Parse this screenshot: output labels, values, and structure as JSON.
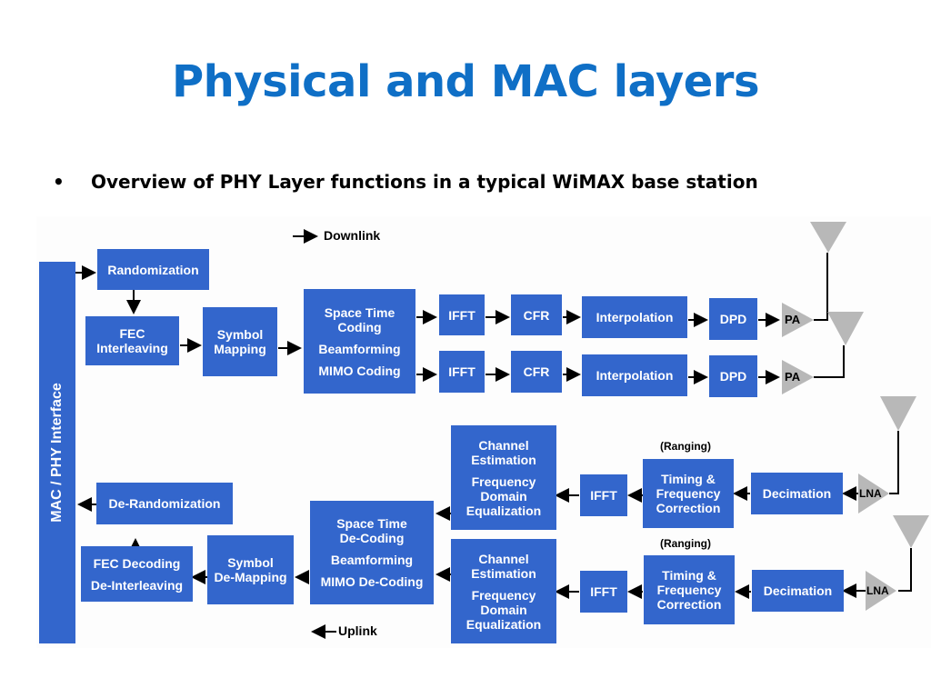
{
  "slide": {
    "title": "Physical and MAC layers",
    "bullet": "•",
    "bullet_text": "Overview of PHY Layer functions in a typical WiMAX base station"
  },
  "diagram": {
    "interface_label": "MAC / PHY Interface",
    "legend": {
      "downlink": "Downlink",
      "uplink": "Uplink"
    },
    "downlink": {
      "randomization": "Randomization",
      "fec": [
        "FEC",
        "Interleaving"
      ],
      "symbol_mapping": [
        "Symbol",
        "Mapping"
      ],
      "stc": {
        "line1": "Space Time",
        "line2": "Coding",
        "line3": "Beamforming",
        "line4": "MIMO Coding"
      },
      "chains": [
        {
          "ifft": "IFFT",
          "cfr": "CFR",
          "interp": "Interpolation",
          "dpd": "DPD",
          "pa": "PA"
        },
        {
          "ifft": "IFFT",
          "cfr": "CFR",
          "interp": "Interpolation",
          "dpd": "DPD",
          "pa": "PA"
        }
      ]
    },
    "uplink": {
      "derandomization": "De-Randomization",
      "fec": [
        "FEC Decoding",
        "De-Interleaving"
      ],
      "symbol_demapping": [
        "Symbol",
        "De-Mapping"
      ],
      "stdc": {
        "line1": "Space Time",
        "line2": "De-Coding",
        "line3": "Beamforming",
        "line4": "MIMO De-Coding"
      },
      "chains": [
        {
          "ce1": "Channel",
          "ce2": "Estimation",
          "fde1": "Frequency",
          "fde2": "Domain",
          "fde3": "Equalization",
          "ifft": "IFFT",
          "ranging": "(Ranging)",
          "tfc1": "Timing &",
          "tfc2": "Frequency",
          "tfc3": "Correction",
          "decimation": "Decimation",
          "lna": "LNA"
        },
        {
          "ce1": "Channel",
          "ce2": "Estimation",
          "fde1": "Frequency",
          "fde2": "Domain",
          "fde3": "Equalization",
          "ifft": "IFFT",
          "ranging": "(Ranging)",
          "tfc1": "Timing &",
          "tfc2": "Frequency",
          "tfc3": "Correction",
          "decimation": "Decimation",
          "lna": "LNA"
        }
      ]
    },
    "colors": {
      "block": "#3366cc",
      "title": "#0f6fc6",
      "amplifier": "#b8b8b8"
    }
  }
}
